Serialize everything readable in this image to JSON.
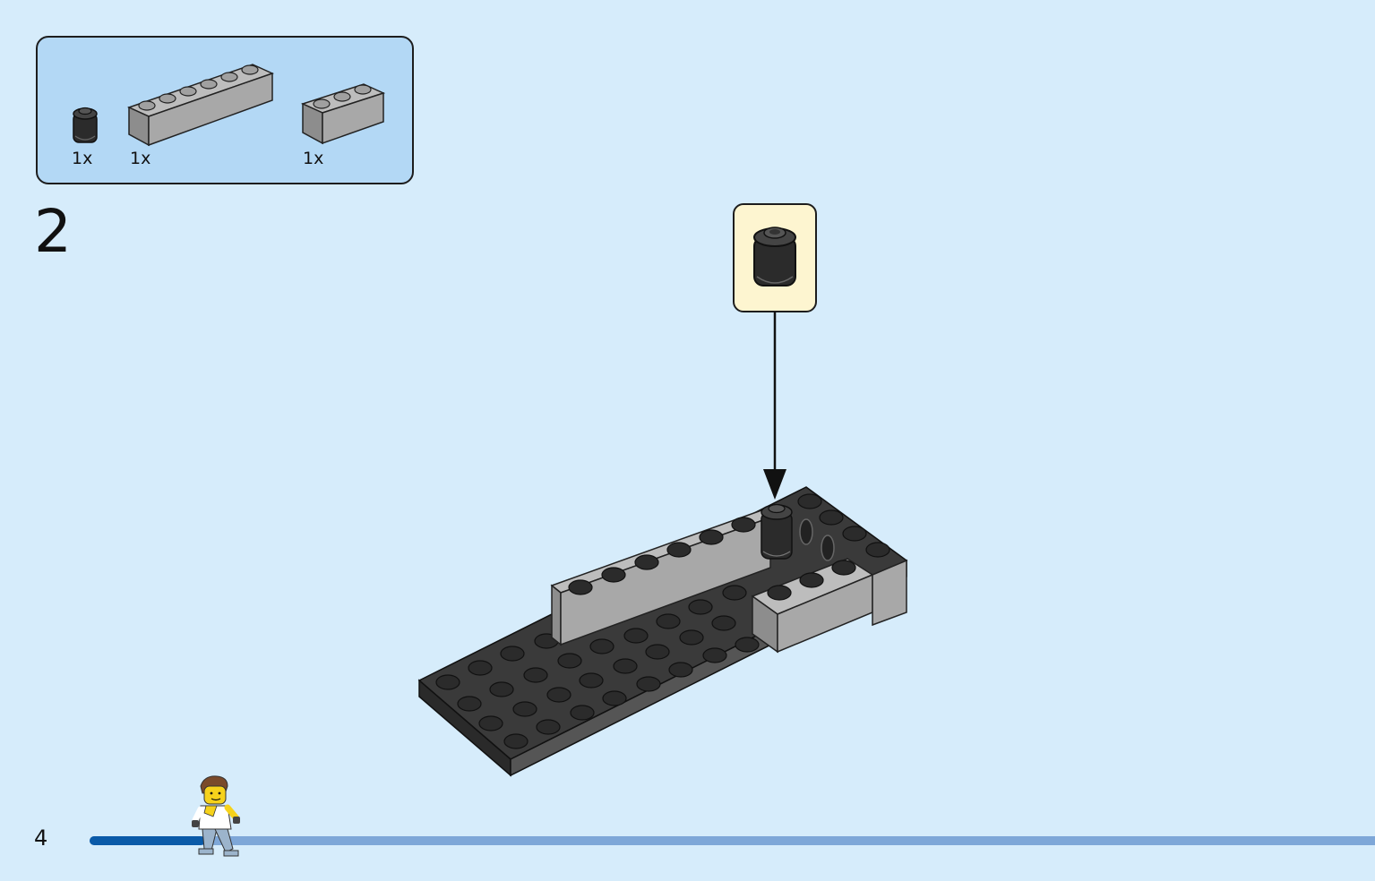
{
  "parts_list": {
    "items": [
      {
        "part": "round-brick-1x1-black",
        "qty": "1x"
      },
      {
        "part": "brick-1x6-gray",
        "qty": "1x"
      },
      {
        "part": "brick-1x3-gray",
        "qty": "1x"
      }
    ]
  },
  "step": {
    "number": "2"
  },
  "footer": {
    "page_number": "4",
    "progress": 0.09
  },
  "icons": [
    "round-brick-icon",
    "brick-1x6-icon",
    "brick-1x3-icon",
    "down-arrow-icon",
    "minifigure-icon"
  ],
  "colors": {
    "background": "#d6ecfb",
    "parts_box": "#b3d8f5",
    "callout": "#fdf5d0",
    "progress_fill": "#0a5aa8",
    "progress_track": "#7ea7d8",
    "brick_gray": "#a8a8a8",
    "brick_black": "#2b2b2b"
  }
}
